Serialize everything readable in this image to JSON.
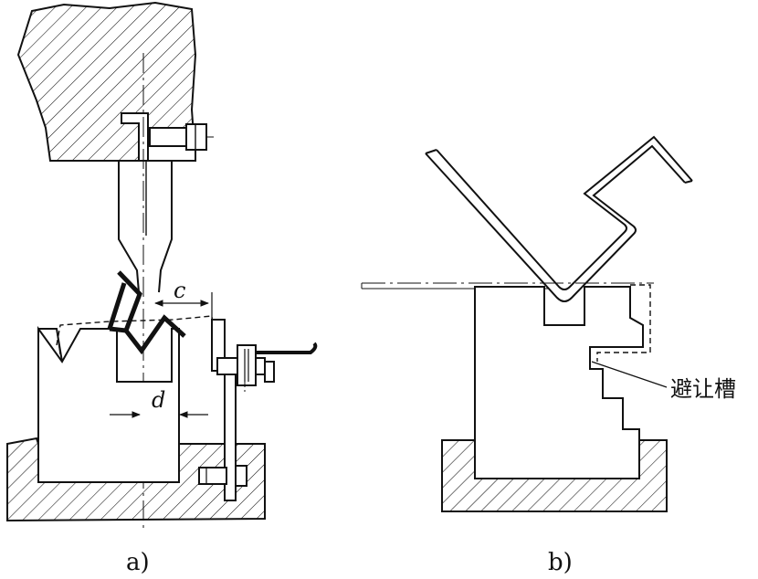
{
  "figure": {
    "panel_a": {
      "caption": "a)",
      "dim_c": "c",
      "dim_d": "d"
    },
    "panel_b": {
      "caption": "b)",
      "relief_label": "避让槽"
    }
  },
  "colors": {
    "line": "#111111",
    "background": "#ffffff"
  }
}
